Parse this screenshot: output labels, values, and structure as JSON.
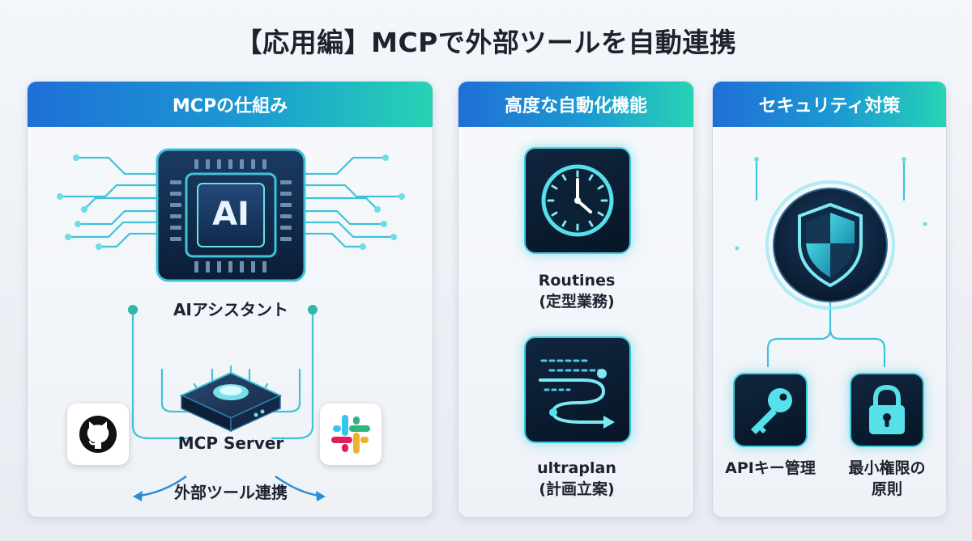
{
  "title": "【応用編】MCPで外部ツールを自動連携",
  "panels": [
    {
      "header": "MCPの仕組み",
      "chip_label": "AI",
      "assistant_label": "AIアシスタント",
      "server_label": "MCP Server",
      "footer_label": "外部ツール連携"
    },
    {
      "header": "高度な自動化機能",
      "items": [
        {
          "label_line1": "Routines",
          "label_line2": "(定型業務)"
        },
        {
          "label_line1": "ultraplan",
          "label_line2": "(計画立案)"
        }
      ]
    },
    {
      "header": "セキュリティ対策",
      "items": [
        {
          "label_line1": "APIキー管理"
        },
        {
          "label_line1": "最小権限の",
          "label_line2": "原則"
        }
      ]
    }
  ],
  "colors": {
    "header_start": "#1f6fd6",
    "header_end": "#27d3b4",
    "accent_cyan": "#3fd0d9",
    "tile_dark": "#0b1c30"
  },
  "icons": [
    "ai-chip-icon",
    "mcp-server-icon",
    "github-icon",
    "slack-icon",
    "clock-icon",
    "route-plan-icon",
    "shield-icon",
    "key-icon",
    "padlock-icon"
  ]
}
